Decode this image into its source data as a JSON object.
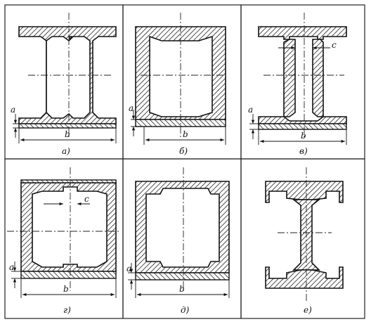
{
  "panels": [
    {
      "caption": "а)",
      "dim_a": "a",
      "dim_b": "b",
      "dim_c": ""
    },
    {
      "caption": "б)",
      "dim_a": "a",
      "dim_b": "b",
      "dim_c": ""
    },
    {
      "caption": "в)",
      "dim_a": "a",
      "dim_b": "b",
      "dim_c": "c"
    },
    {
      "caption": "г)",
      "dim_a": "a",
      "dim_b": "b",
      "dim_c": "c"
    },
    {
      "caption": "д)",
      "dim_a": "a",
      "dim_b": "b",
      "dim_c": ""
    },
    {
      "caption": "е)",
      "dim_a": "",
      "dim_b": "",
      "dim_c": ""
    }
  ]
}
